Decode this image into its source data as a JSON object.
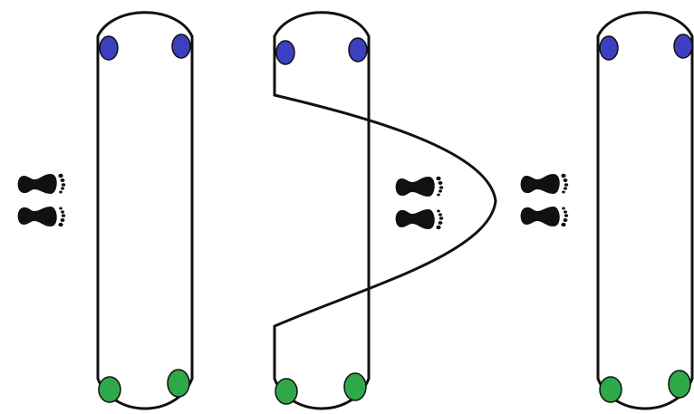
{
  "colors": {
    "background": "#ffffff",
    "line": "#111111",
    "top_marker": "#3b3fc0",
    "bottom_marker": "#2fa84a",
    "footprint": "#111111"
  },
  "panels": [
    {
      "id": "panel-1",
      "kind": "straight-loop"
    },
    {
      "id": "panel-2",
      "kind": "loop-around-feet"
    },
    {
      "id": "panel-3",
      "kind": "straight-loop"
    }
  ],
  "icons": [
    "footprints-icon",
    "footprints-icon",
    "footprints-icon"
  ]
}
